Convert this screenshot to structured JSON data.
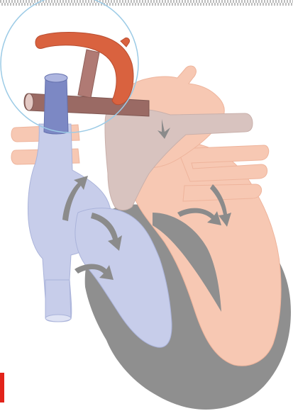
{
  "figure": {
    "colors": {
      "background": "#ffffff",
      "oxygenated_chambers": "#f7c8b3",
      "oxygenated_stroke": "#eeb49c",
      "deoxygenated_chambers": "#c7cdea",
      "deoxygenated_stroke": "#aab3da",
      "myocardium": "#8f8f8f",
      "pulmonary_trunk": "#d8c3bf",
      "vena_cava_highlight": "#7c88c4",
      "aortic_arch": "#d9623f",
      "ductus_arteriosus": "#b07a74",
      "shunt_vessel": "#9a6a64",
      "highlight_circle": "#9ccbe6",
      "flow_arrows": "#8b8b8b",
      "edge_mark": "#e2231a"
    },
    "regions": [
      "highlight-circle",
      "aortic-arch",
      "ductus-arteriosus",
      "superior-vena-cava",
      "pulmonary-trunk",
      "right-atrium",
      "right-ventricle",
      "left-atrium",
      "left-ventricle",
      "inferior-vena-cava",
      "pulmonary-veins",
      "myocardium"
    ]
  }
}
